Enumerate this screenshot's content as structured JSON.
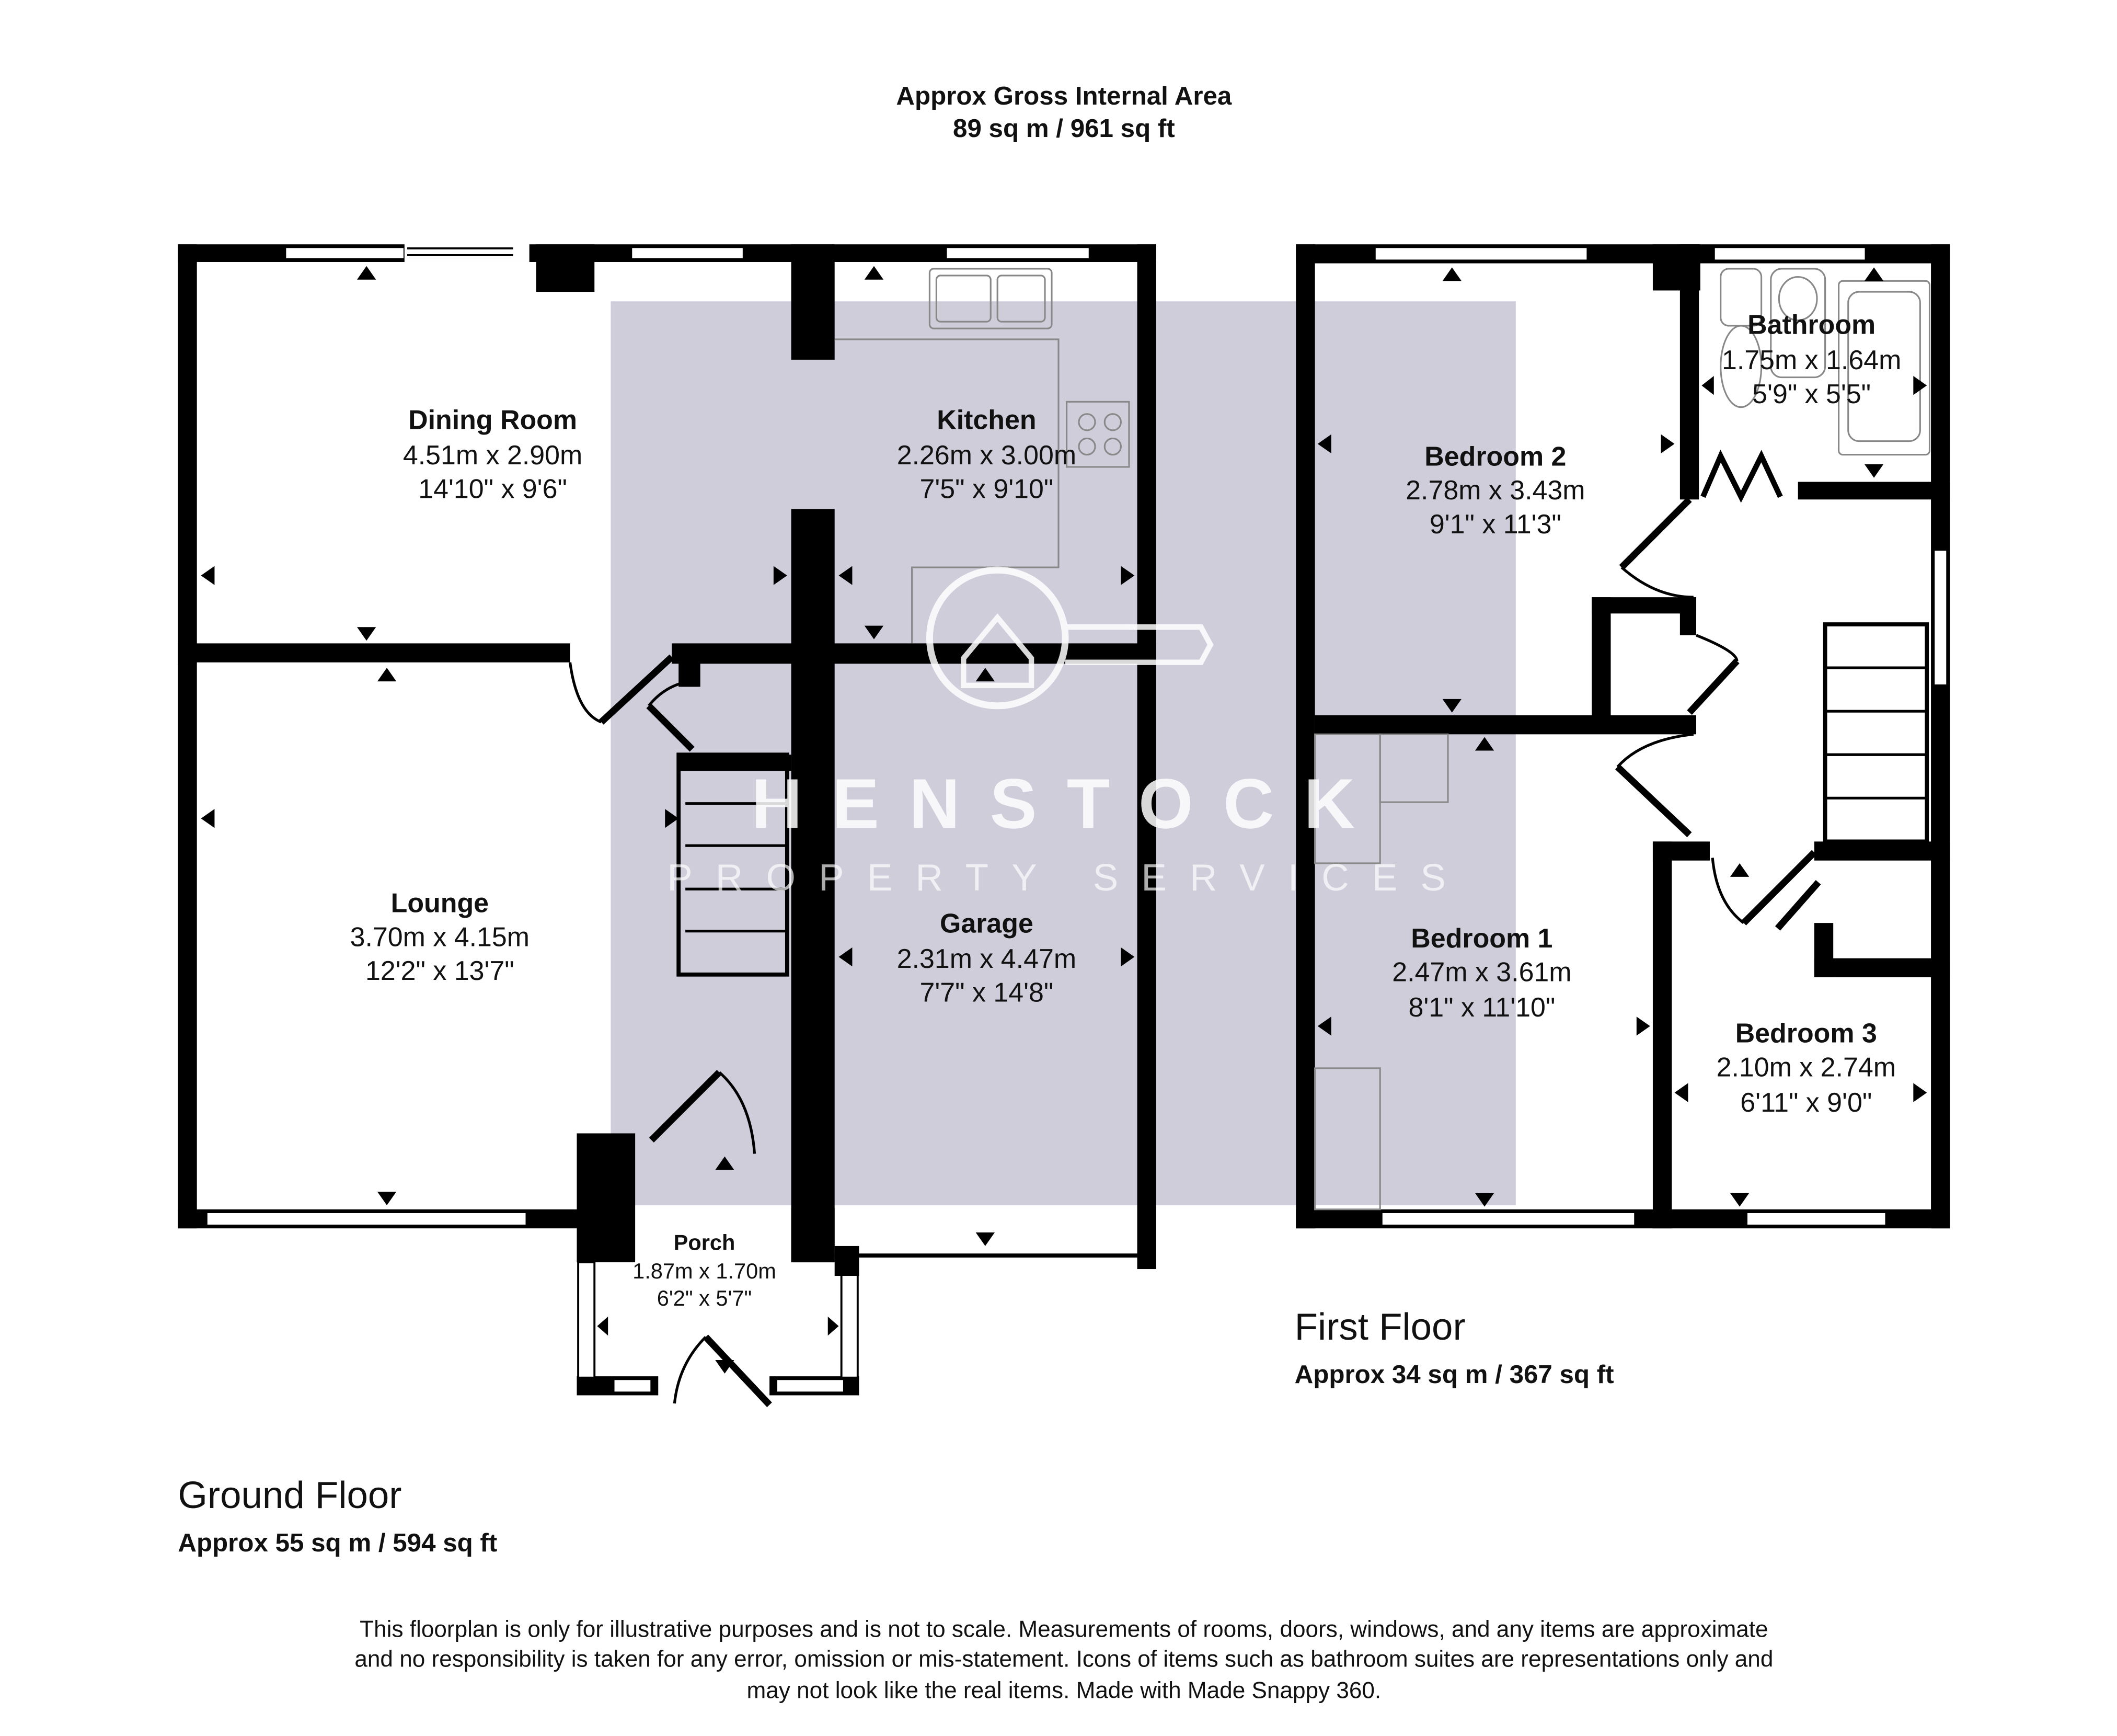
{
  "header": {
    "title": "Approx Gross Internal Area",
    "area": "89 sq m / 961 sq ft"
  },
  "ground_floor": {
    "name": "Ground Floor",
    "area": "Approx 55 sq m / 594 sq ft",
    "rooms": [
      {
        "name": "Dining Room",
        "metric": "4.51m x 2.90m",
        "imperial": "14'10\" x 9'6\""
      },
      {
        "name": "Kitchen",
        "metric": "2.26m x 3.00m",
        "imperial": "7'5\" x 9'10\""
      },
      {
        "name": "Lounge",
        "metric": "3.70m x 4.15m",
        "imperial": "12'2\" x 13'7\""
      },
      {
        "name": "Garage",
        "metric": "2.31m x 4.47m",
        "imperial": "7'7\" x 14'8\""
      },
      {
        "name": "Porch",
        "metric": "1.87m x 1.70m",
        "imperial": "6'2\" x 5'7\""
      }
    ]
  },
  "first_floor": {
    "name": "First Floor",
    "area": "Approx 34 sq m / 367 sq ft",
    "rooms": [
      {
        "name": "Bathroom",
        "metric": "1.75m x 1.64m",
        "imperial": "5'9\" x 5'5\""
      },
      {
        "name": "Bedroom 2",
        "metric": "2.78m x 3.43m",
        "imperial": "9'1\" x 11'3\""
      },
      {
        "name": "Bedroom 1",
        "metric": "2.47m x 3.61m",
        "imperial": "8'1\" x 11'10\""
      },
      {
        "name": "Bedroom 3",
        "metric": "2.10m x 2.74m",
        "imperial": "6'11\" x 9'0\""
      }
    ]
  },
  "watermark": {
    "brand": "HENSTOCK",
    "tagline": "PROPERTY SERVICES",
    "overlay_color": "#cfcdda"
  },
  "disclaimer": [
    "This floorplan is only for illustrative purposes and is not to scale. Measurements of rooms, doors, windows, and any items are approximate",
    "and no responsibility is taken for any error, omission or mis-statement. Icons of items such as bathroom suites are representations only and",
    "may not look like the real items. Made with Made Snappy 360."
  ]
}
